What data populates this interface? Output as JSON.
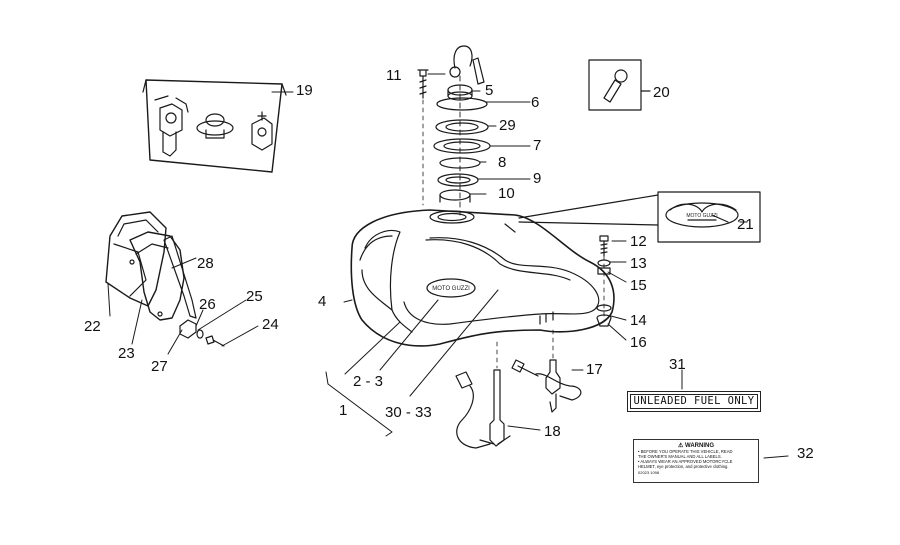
{
  "callouts": {
    "n1": "1",
    "n2_3": "2 - 3",
    "n4": "4",
    "n5": "5",
    "n6": "6",
    "n7": "7",
    "n8": "8",
    "n9": "9",
    "n10": "10",
    "n11": "11",
    "n12": "12",
    "n13": "13",
    "n14": "14",
    "n15": "15",
    "n16": "16",
    "n17": "17",
    "n18": "18",
    "n19": "19",
    "n20": "20",
    "n21": "21",
    "n22": "22",
    "n23": "23",
    "n24": "24",
    "n25": "25",
    "n26": "26",
    "n27": "27",
    "n28": "28",
    "n29": "29",
    "n30_33": "30 - 33",
    "n31": "31",
    "n32": "32"
  },
  "tank_emblem_text": "MOTO GUZZI",
  "emblem_21_text": "MOTO GUZZI",
  "fuel_label_text": "UNLEADED FUEL ONLY",
  "warning_label": {
    "title": "⚠ WARNING",
    "line1": "• BEFORE YOU OPERATE THIS VEHICLE, READ",
    "line2": "THE OWNER'S MANUAL AND ALL LABELS.",
    "line3": "• ALWAYS WEAR AN APPROVED MOTORCYCLE",
    "line4": "HELMET, eye protection, and protective clothing.",
    "code": "02023 1098"
  }
}
